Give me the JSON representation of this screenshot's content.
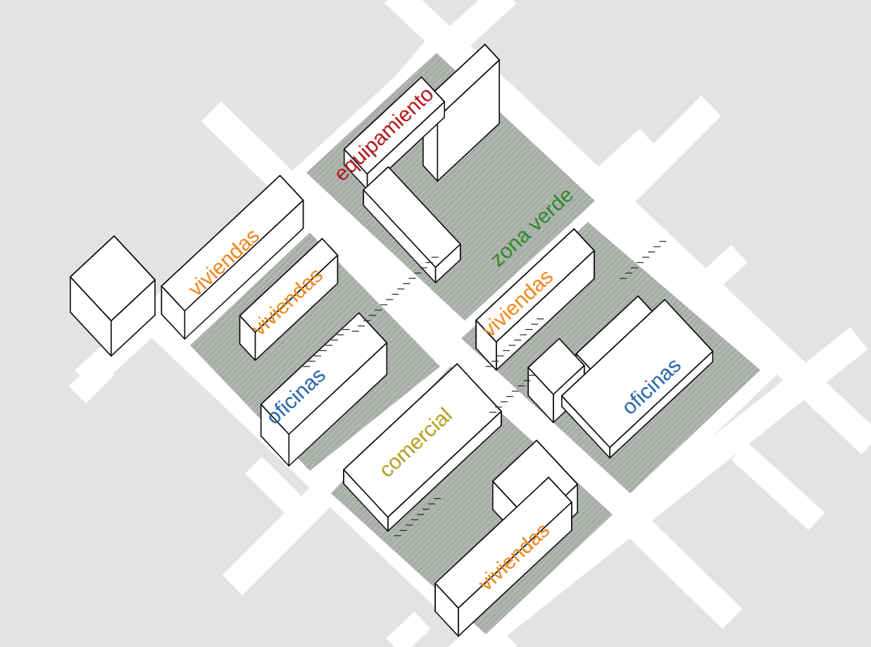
{
  "diagram": {
    "labels": [
      "equipamiento",
      "zona verde",
      "viviendas",
      "viviendas",
      "viviendas",
      "oficinas",
      "oficinas",
      "comercial",
      "viviendas"
    ]
  }
}
